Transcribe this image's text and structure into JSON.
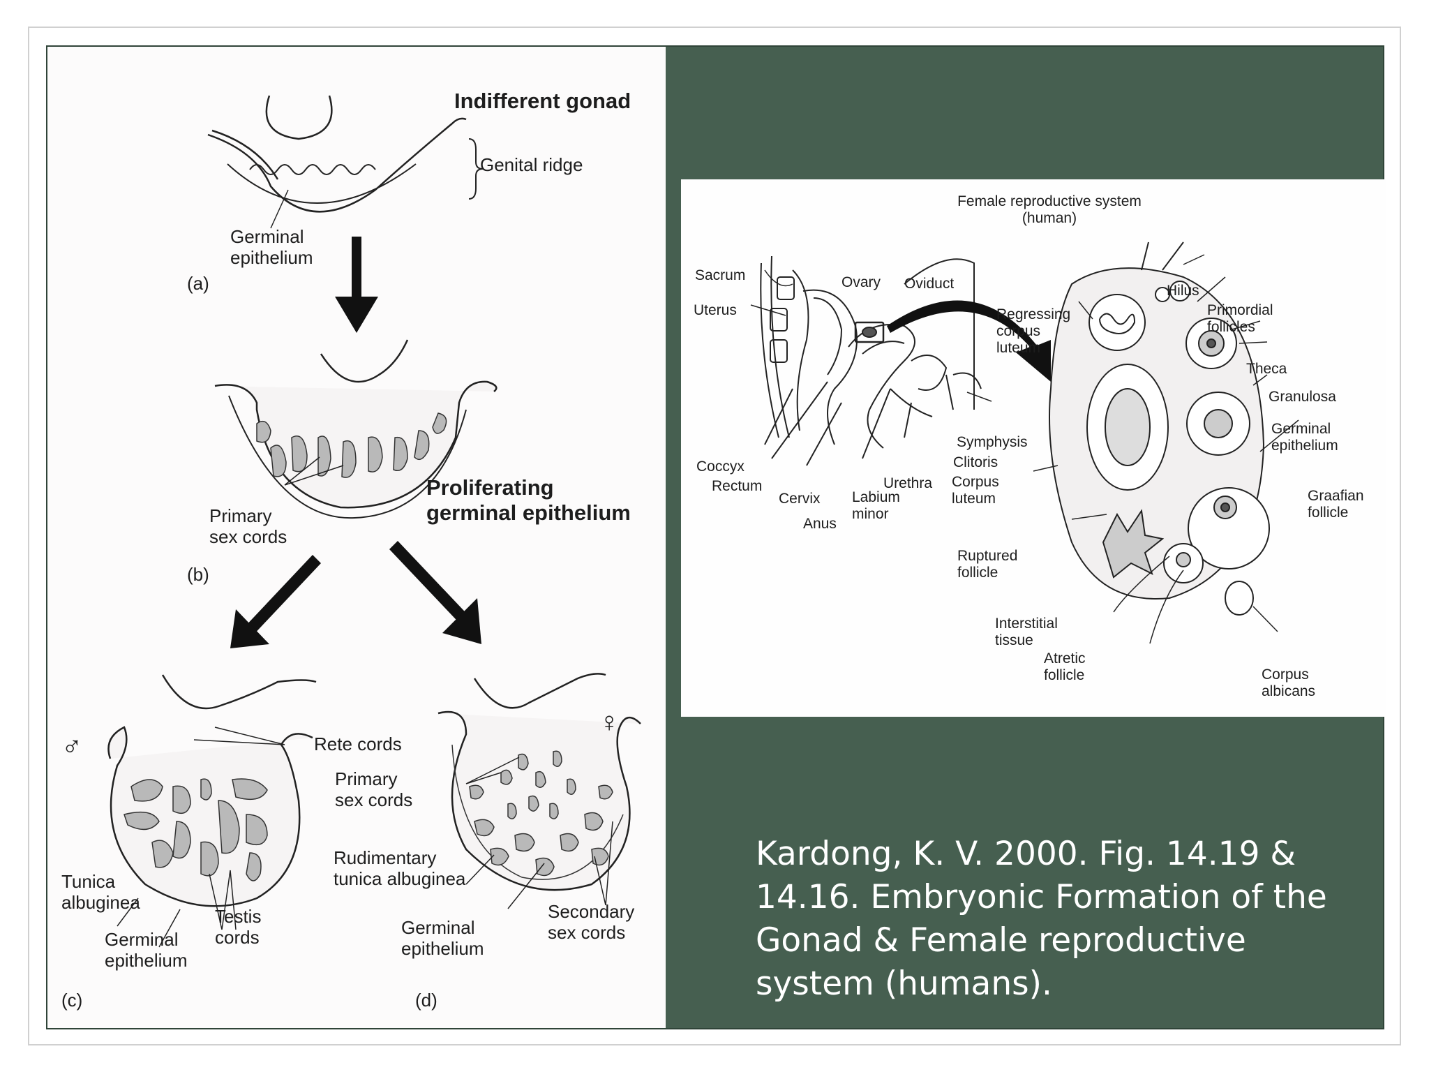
{
  "left_figure": {
    "title_a": "Indifferent gonad",
    "genital_ridge": "Genital ridge",
    "germinal_epithelium_a": "Germinal\nepithelium",
    "panel_a": "(a)",
    "proliferating": "Proliferating\ngerminal epithelium",
    "primary_sex_cords_b": "Primary\nsex cords",
    "panel_b": "(b)",
    "male_symbol": "♂",
    "female_symbol": "♀",
    "rete_cords": "Rete cords",
    "tunica_albuginea": "Tunica\nalbuginea",
    "germinal_epithelium_c": "Germinal\nepithelium",
    "testis_cords": "Testis\ncords",
    "panel_c": "(c)",
    "primary_sex_cords_d": "Primary\nsex cords",
    "rudimentary": "Rudimentary\ntunica albuginea",
    "germinal_epithelium_d": "Germinal\nepithelium",
    "secondary_sex_cords": "Secondary\nsex cords",
    "panel_d": "(d)"
  },
  "right_figure": {
    "title": "Female reproductive system\n(human)",
    "sacrum": "Sacrum",
    "uterus": "Uterus",
    "ovary": "Ovary",
    "oviduct": "Oviduct",
    "coccyx": "Coccyx",
    "rectum": "Rectum",
    "cervix": "Cervix",
    "anus": "Anus",
    "labium_minor": "Labium\nminor",
    "urethra": "Urethra",
    "symphysis": "Symphysis",
    "clitoris": "Clitoris",
    "corpus_luteum": "Corpus\nluteum",
    "hilus": "Hilus",
    "regressing_corpus_luteum": "Regressing\ncorpus\nluteum",
    "primordial_follicles": "Primordial\nfollicles",
    "theca": "Theca",
    "granulosa": "Granulosa",
    "germinal_epithelium": "Germinal\nepithelium",
    "graafian_follicle": "Graafian\nfollicle",
    "ruptured_follicle": "Ruptured\nfollicle",
    "interstitial_tissue": "Interstitial\ntissue",
    "atretic_follicle": "Atretic\nfollicle",
    "corpus_albicans": "Corpus\nalbicans"
  },
  "caption": "Kardong, K. V. 2000. Fig. 14.19 & 14.16. Embryonic Formation of the Gonad & Female reproductive system (humans).",
  "colors": {
    "slide_background": "#465f50",
    "cord_fill": "#b9b9b9",
    "caption_text": "#ffffff"
  }
}
